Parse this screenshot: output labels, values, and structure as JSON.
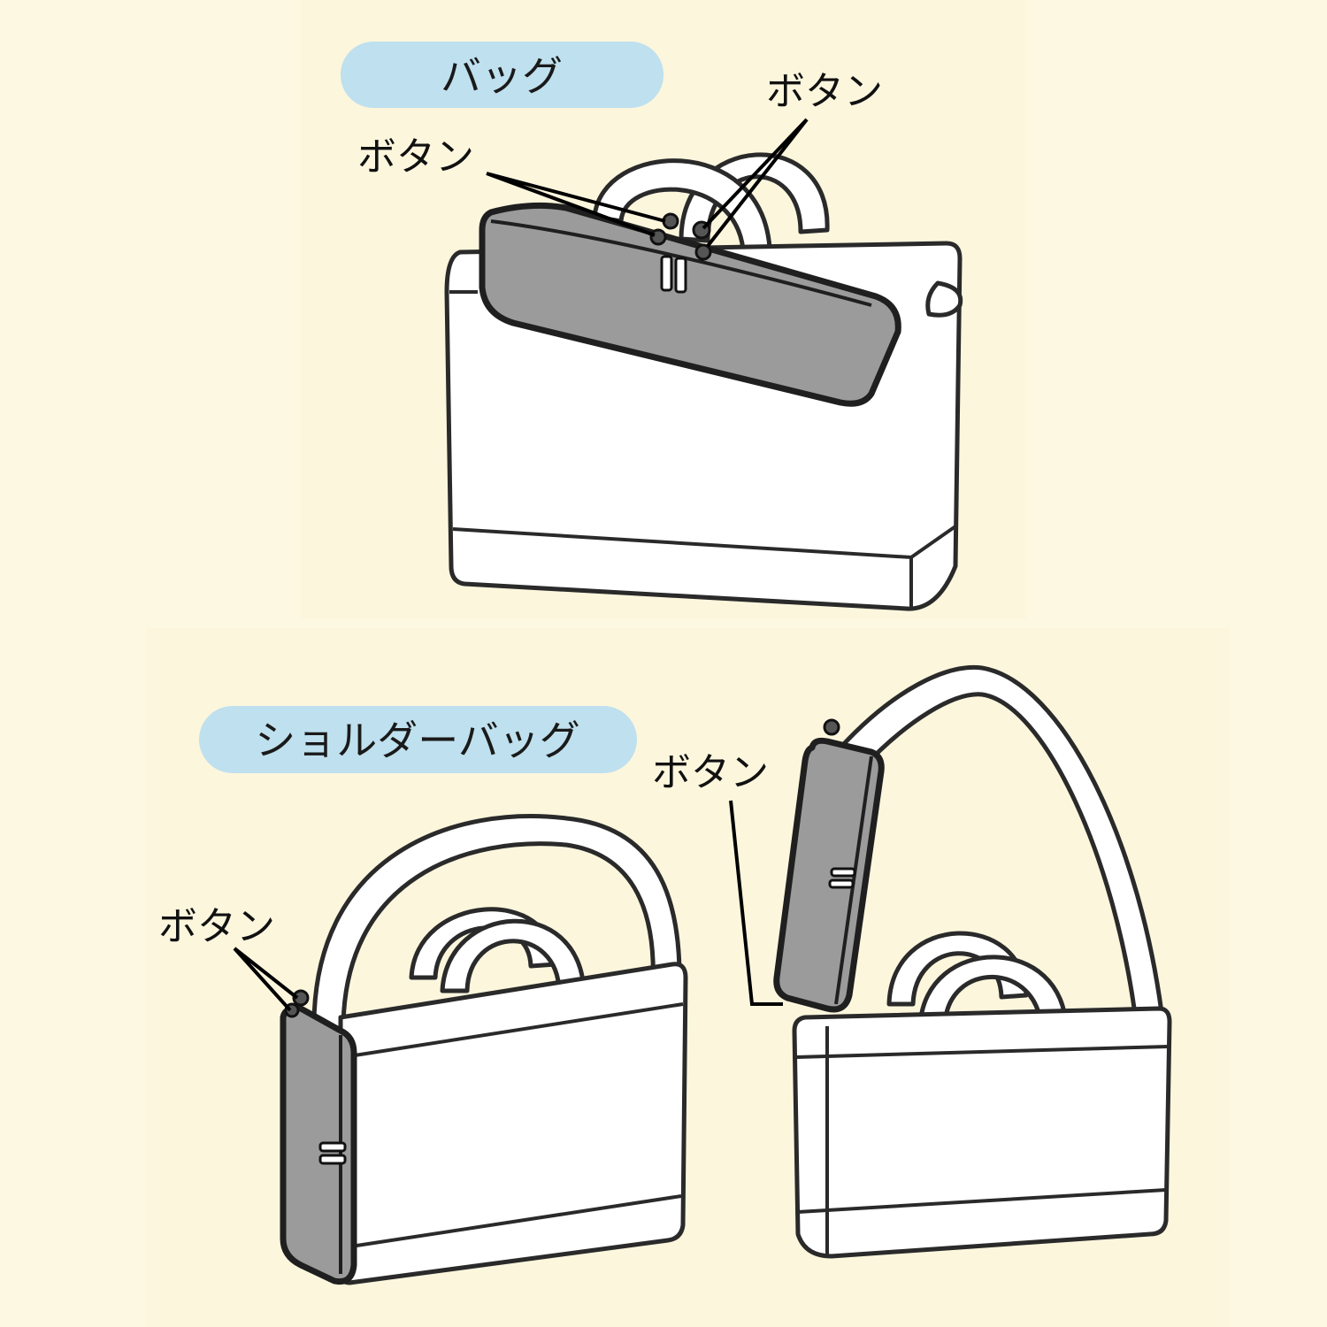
{
  "sections": {
    "bag": {
      "title": "バッグ"
    },
    "shoulder": {
      "title": "ショルダーバッグ"
    }
  },
  "labels": {
    "top_right": "ボタン",
    "top_left": "ボタン",
    "shoulder_left": "ボタン",
    "shoulder_right": "ボタン"
  },
  "colors": {
    "background": "#fdf8e1",
    "pill": "#bfe0ee",
    "case": "#9b9b9b"
  }
}
